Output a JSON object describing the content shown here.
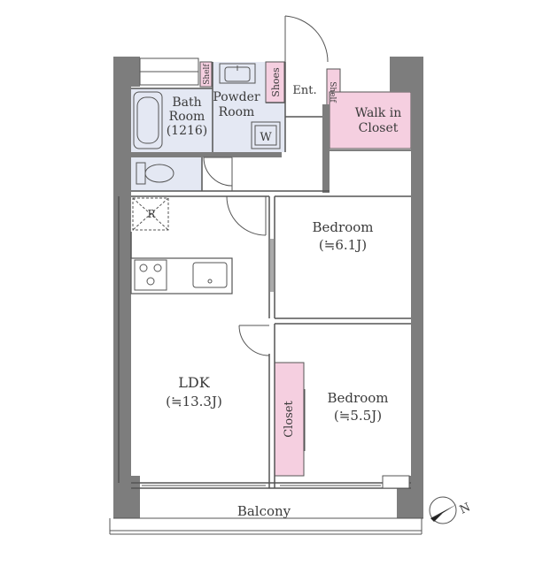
{
  "rooms": {
    "bath": {
      "name": "Bath",
      "name2": "Room",
      "size": "(1216)"
    },
    "powder": {
      "name": "Powder",
      "name2": "Room"
    },
    "washer": "W",
    "shelf_top": "Shelf",
    "shoes": "Shoes",
    "entrance": "Ent.",
    "shelf_ent": "Shelf",
    "walkin": {
      "name": "Walk in",
      "name2": "Closet"
    },
    "refrigerator": "R",
    "bedroom1": {
      "name": "Bedroom",
      "size": "(≒6.1J)"
    },
    "bedroom2": {
      "name": "Bedroom",
      "size": "(≒5.5J)"
    },
    "ldk": {
      "name": "LDK",
      "size": "(≒13.3J)"
    },
    "closet": "Closet",
    "balcony": "Balcony"
  },
  "compass": {
    "label": "N"
  },
  "colors": {
    "wall": "#7d7d7d",
    "closet": "#f5cfe0",
    "wet": "#e4e8f3",
    "line": "#555555"
  }
}
